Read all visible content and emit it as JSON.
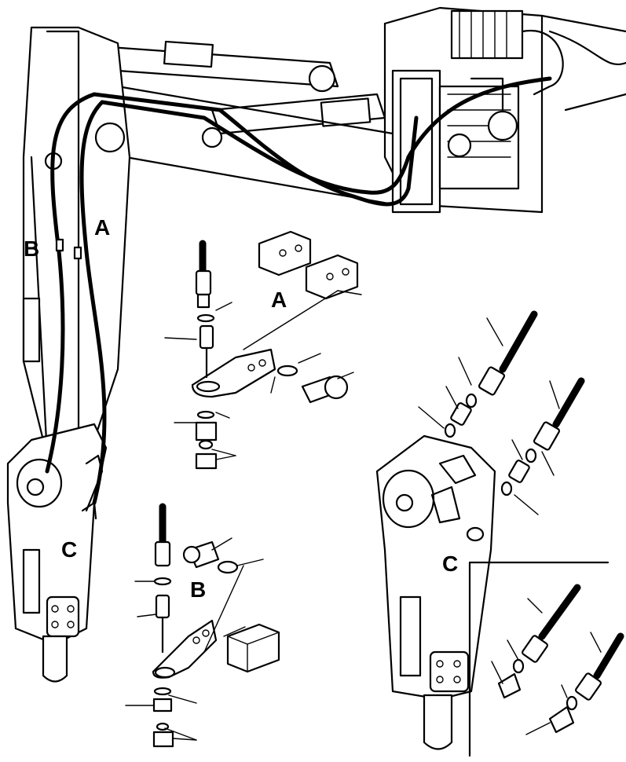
{
  "labels": {
    "boom_a": "A",
    "boom_b": "B",
    "boom_c": "C",
    "detail_a": "A",
    "detail_b": "B",
    "detail_c": "C"
  }
}
